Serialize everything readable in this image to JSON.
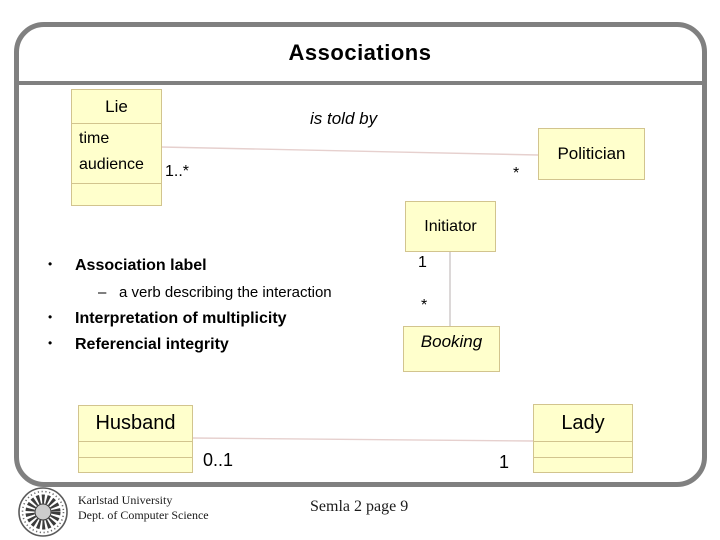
{
  "slide": {
    "title": "Associations",
    "footer": {
      "institution_line1": "Karlstad University",
      "institution_line2": "Dept. of Computer Science",
      "page_label": "Semla 2 page 9"
    }
  },
  "bullets": {
    "marker": "•",
    "dash": "–",
    "items": [
      {
        "text": "Association label"
      },
      {
        "text": "a verb describing the interaction"
      },
      {
        "text": "Interpretation of multiplicity"
      },
      {
        "text": "Referencial integrity"
      }
    ]
  },
  "diagram": {
    "lie": {
      "name": "Lie",
      "attr1": "time",
      "attr2": "audience"
    },
    "politician": {
      "name": "Politician"
    },
    "initiator": {
      "name": "Initiator"
    },
    "booking": {
      "name": "Booking"
    },
    "husband": {
      "name": "Husband"
    },
    "lady": {
      "name": "Lady"
    },
    "labels": {
      "is_told_by": "is told by",
      "lie_mult": "1..*",
      "politician_mult": "*",
      "initiator_mult": "1",
      "booking_mult": "*",
      "husband_mult": "0..1",
      "lady_mult": "1"
    }
  },
  "colors": {
    "frame": "#808080",
    "box_fill": "#ffffcc",
    "box_border": "#d2c48e",
    "association_line": "#e6d0ce",
    "divider_line": "#dcd8d8",
    "text": "#000000"
  }
}
